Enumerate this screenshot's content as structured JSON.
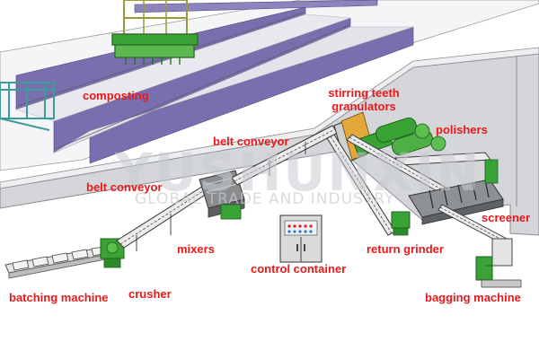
{
  "diagram": {
    "labels": {
      "composting": "composting",
      "stirring_teeth_granulators": "stirring teeth\ngranulators",
      "polishers": "polishers",
      "belt_conveyor_upper": "belt conveyor",
      "belt_conveyor_lower": "belt conveyor",
      "screener": "screener",
      "mixers": "mixers",
      "return_grinder": "return grinder",
      "control_container": "control container",
      "batching_machine": "batching machine",
      "crusher": "crusher",
      "bagging_machine": "bagging machine"
    },
    "watermark": {
      "brand": "YUSHUNXIN",
      "tagline": "GLOBAL TRADE AND INDUSTRY"
    },
    "colors": {
      "label": "#e8191b",
      "machine_green": "#3aa335",
      "channel_purple": "#7a6fae",
      "frame_teal": "#3f9a9a"
    }
  }
}
